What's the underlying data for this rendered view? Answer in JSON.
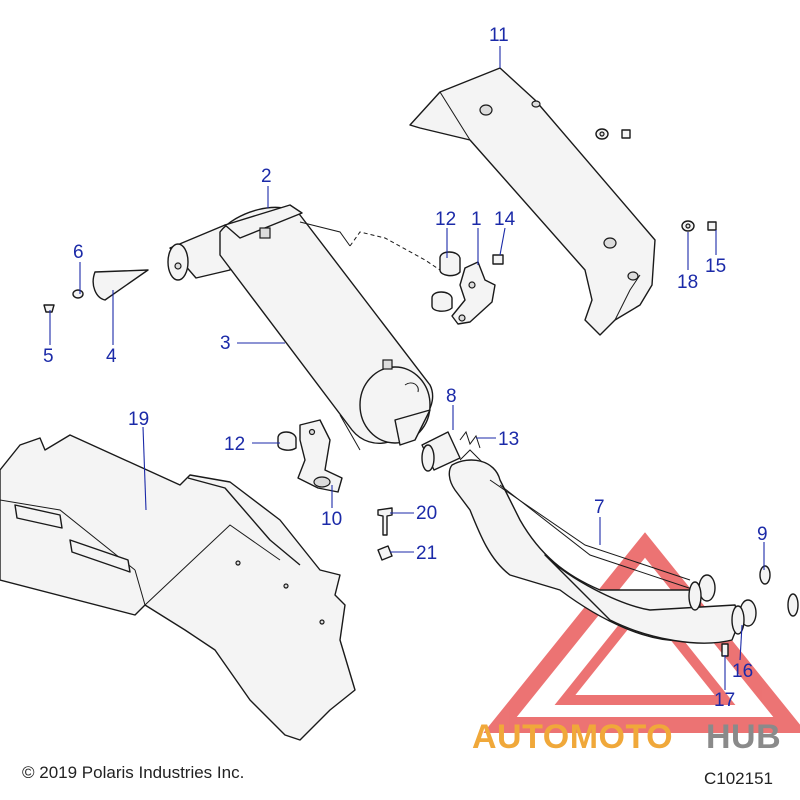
{
  "callouts": {
    "c1": "1",
    "c2": "2",
    "c3": "3",
    "c4": "4",
    "c5": "5",
    "c6": "6",
    "c7": "7",
    "c8": "8",
    "c9": "9",
    "c10": "10",
    "c11": "11",
    "c12a": "12",
    "c12b": "12",
    "c13": "13",
    "c14": "14",
    "c15": "15",
    "c16": "16",
    "c17": "17",
    "c18": "18",
    "c19": "19",
    "c20": "20",
    "c21": "21"
  },
  "footer": {
    "copyright": "© 2019 Polaris Industries Inc.",
    "drawing_number": "C102151"
  },
  "watermark": {
    "part1": "AUTOMOTO",
    "part2": "HUB",
    "color_orange": "#f0a83a",
    "color_gray": "#8a8a8a",
    "color_red": "#e64545"
  },
  "colors": {
    "callout": "#1b2aa8",
    "line_art": "#1a1a1a"
  }
}
